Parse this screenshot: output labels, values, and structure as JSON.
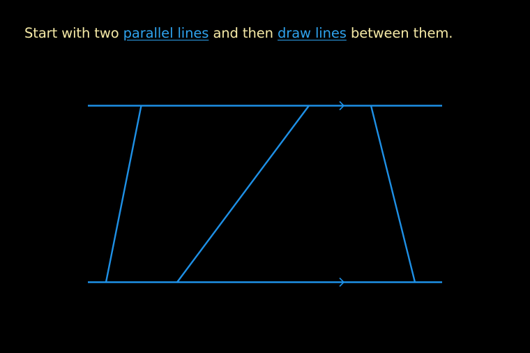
{
  "instruction": {
    "before": "Start with two ",
    "link1": "parallel lines",
    "middle": " and then ",
    "link2": "draw lines",
    "after": " between them."
  },
  "colors": {
    "background": "#000000",
    "text": "#f5e9a6",
    "link": "#2fa3ee",
    "line": "#1e90e6"
  }
}
